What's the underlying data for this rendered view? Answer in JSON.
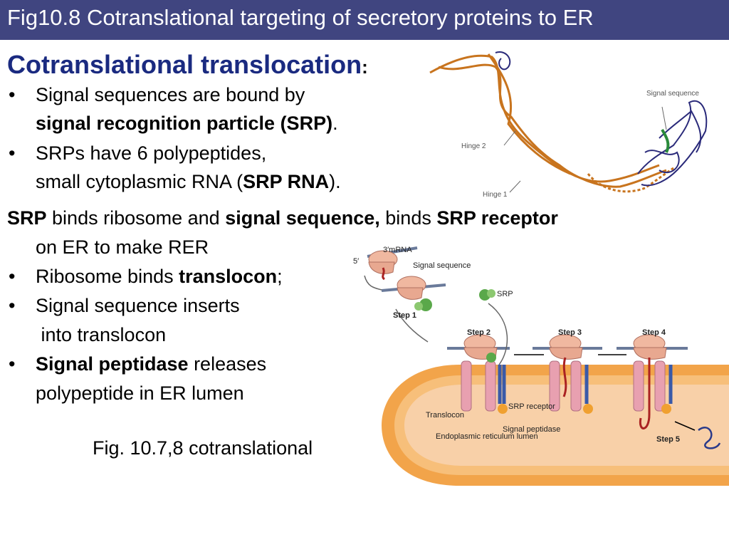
{
  "title": "Fig10.8  Cotranslational targeting of secretory proteins to ER",
  "heading": "Cotranslational translocation",
  "heading_colon": ":",
  "bullets_top": [
    {
      "line1": "Signal sequences are bound by",
      "line2_bold": "signal recognition particle (SRP)",
      "line2_tail": "."
    },
    {
      "line1": "SRPs have 6 polypeptides,",
      "line2_pre": "small cytoplasmic RNA (",
      "line2_bold": "SRP RNA",
      "line2_tail": ")."
    }
  ],
  "srp_line": {
    "b1": "SRP",
    "t1": " binds ribosome and ",
    "b2": "signal sequence,",
    "t2": " binds ",
    "b3": "SRP receptor",
    "line2": "on ER to make RER"
  },
  "bullets_bottom": [
    {
      "pre": "Ribosome binds ",
      "bold": "translocon",
      "tail": ";"
    },
    {
      "line1": "Signal sequence inserts",
      "line2": " into translocon"
    },
    {
      "bold": "Signal peptidase",
      "tail": " releases",
      "line2": "polypeptide in ER lumen"
    }
  ],
  "caption": "Fig. 10.7,8 cotranslational",
  "structure_labels": {
    "signal_sequence": "Signal sequence",
    "hinge2": "Hinge 2",
    "hinge1": "Hinge 1"
  },
  "diagram_labels": {
    "mrna": "3′mRNA",
    "five_prime": "5′",
    "three_prime": "3′",
    "signal_sequence": "Signal sequence",
    "srp": "SRP",
    "step1": "Step 1",
    "step2": "Step 2",
    "step3": "Step 3",
    "step4": "Step 4",
    "step5": "Step 5",
    "translocon": "Translocon",
    "srp_receptor": "SRP receptor",
    "signal_peptidase": "Signal peptidase",
    "er_lumen": "Endoplasmic reticulum lumen"
  },
  "colors": {
    "title_bg": "#404580",
    "heading": "#1a2a80",
    "rna": "#c8741e",
    "protein": "#2a2a7a",
    "membrane": "#f2a44a",
    "lumen": "#f8d0a8",
    "ribosome": "#f0b8a0"
  }
}
